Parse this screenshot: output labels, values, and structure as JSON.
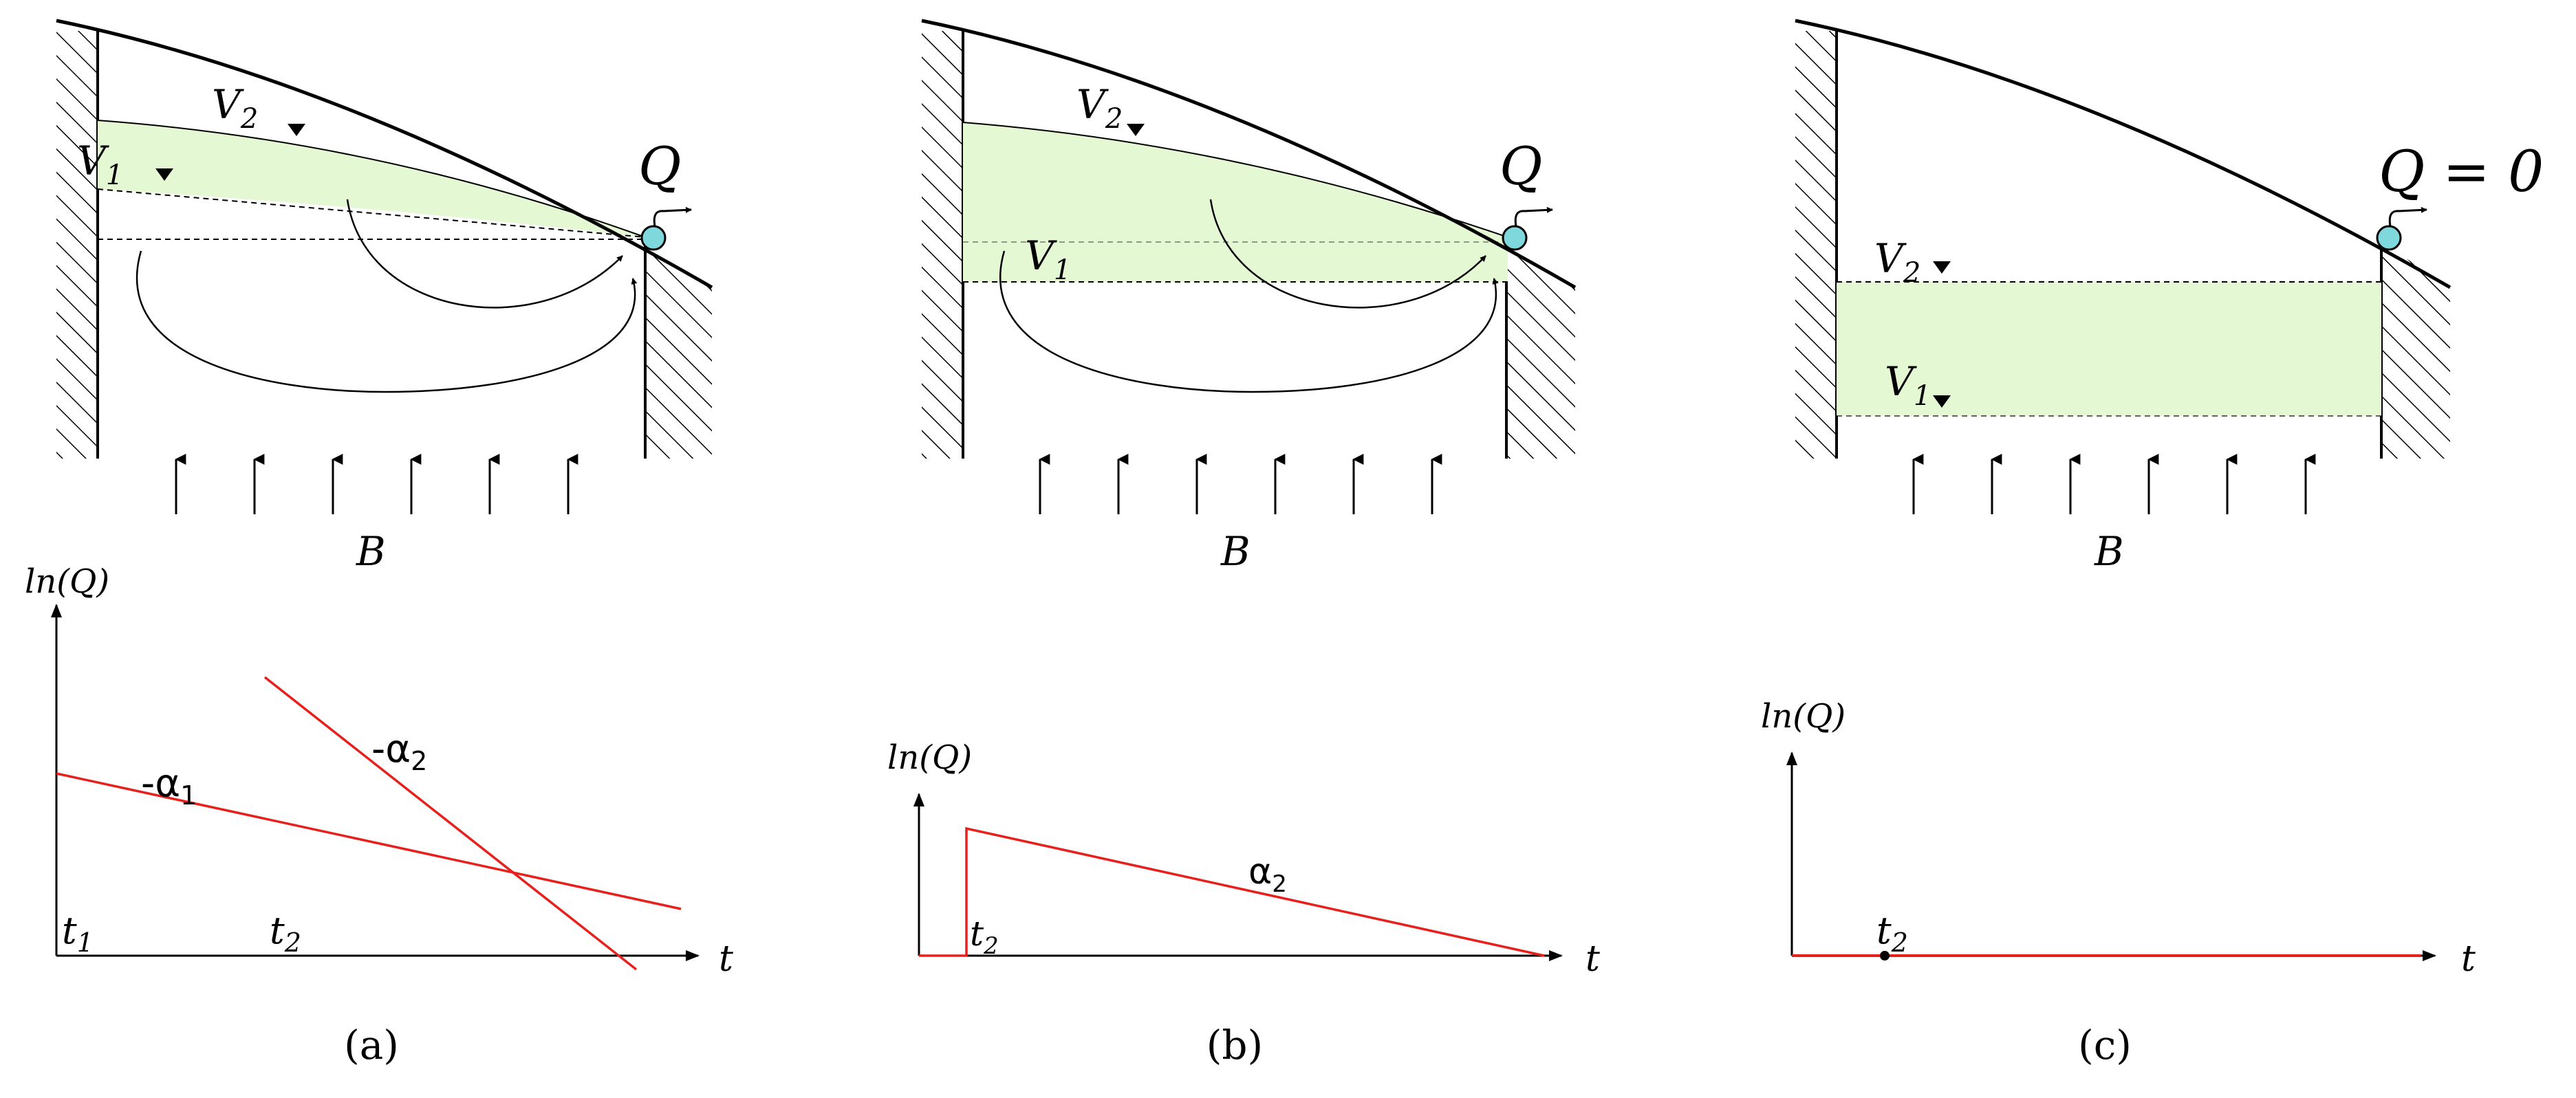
{
  "panels": [
    {
      "id": "a",
      "caption": "(a)",
      "discharge": "Q",
      "upper_level": "V",
      "upper_level_sub": "2",
      "lower_level": "V",
      "lower_level_sub": "1",
      "base_label": "B",
      "graph": {
        "y_axis_label": "ln(Q)",
        "x_axis_label": "t",
        "tick_a": "t",
        "tick_a_sub": "1",
        "tick_b": "t",
        "tick_b_sub": "2",
        "slope_1": "-α",
        "slope_1_sub": "1",
        "slope_2": "-α",
        "slope_2_sub": "2"
      }
    },
    {
      "id": "b",
      "caption": "(b)",
      "discharge": "Q",
      "upper_level": "V",
      "upper_level_sub": "2",
      "lower_level": "V",
      "lower_level_sub": "1",
      "base_label": "B",
      "graph": {
        "y_axis_label": "ln(Q)",
        "x_axis_label": "t",
        "tick": "t",
        "tick_sub": "2",
        "slope": "α",
        "slope_sub": "2"
      }
    },
    {
      "id": "c",
      "caption": "(c)",
      "discharge": "Q = 0",
      "upper_level": "V",
      "upper_level_sub": "2",
      "lower_level": "V",
      "lower_level_sub": "1",
      "base_label": "B",
      "graph": {
        "y_axis_label": "ln(Q)",
        "x_axis_label": "t",
        "tick": "t",
        "tick_sub": "2"
      }
    }
  ],
  "colors": {
    "storage_fill": "#e4f8d4",
    "spring_dot": "#7fd8dc",
    "graph_line": "#e8201c",
    "ink": "#000000"
  }
}
